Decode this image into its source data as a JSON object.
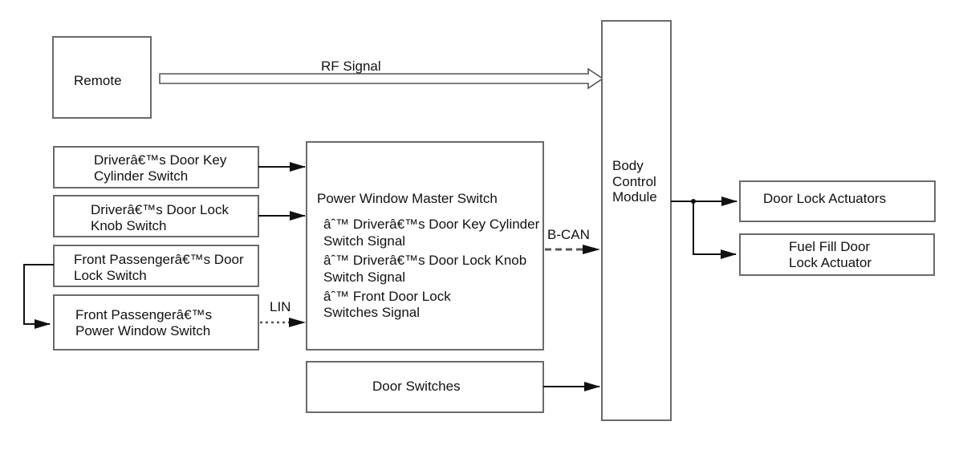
{
  "nodes": {
    "remote": {
      "label": [
        "Remote"
      ]
    },
    "key_cylinder": {
      "label": [
        "Driverâ€™s Door Key",
        "Cylinder Switch"
      ]
    },
    "lock_knob": {
      "label": [
        "Driverâ€™s Door Lock",
        "Knob Switch"
      ]
    },
    "front_pass_lock": {
      "label": [
        "Front Passengerâ€™s Door",
        "Lock Switch"
      ]
    },
    "front_pass_window": {
      "label": [
        "Front Passengerâ€™s",
        "Power Window Switch"
      ]
    },
    "master_switch": {
      "title": "Power Window Master Switch",
      "lines": [
        "âˆ™ Driverâ€™s Door Key Cylinder",
        "Switch Signal",
        "âˆ™ Driverâ€™s Door Lock Knob",
        "Switch Signal",
        "âˆ™ Front Door Lock",
        "Switches Signal"
      ]
    },
    "door_switches": {
      "label": [
        "Door Switches"
      ]
    },
    "bcm": {
      "label": [
        "Body",
        "Control",
        "Module"
      ]
    },
    "door_lock_actuators": {
      "label": [
        "Door Lock Actuators"
      ]
    },
    "fuel_fill": {
      "label": [
        "Fuel Fill Door",
        "Lock Actuator"
      ]
    }
  },
  "connections": {
    "rf_signal": "RF Signal",
    "lin": "LIN",
    "bcan": "B-CAN"
  }
}
